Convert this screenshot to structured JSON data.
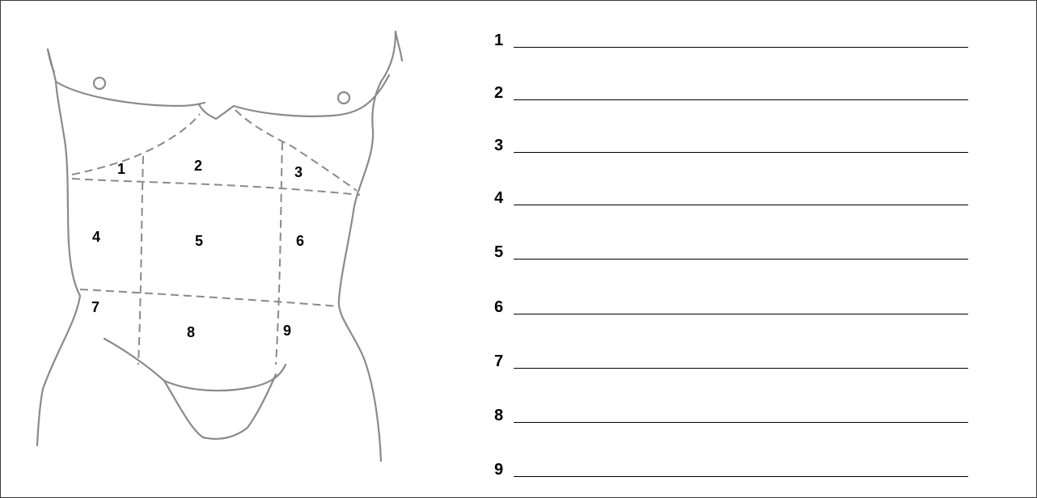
{
  "diagram": {
    "regions": [
      {
        "number": "1"
      },
      {
        "number": "2"
      },
      {
        "number": "3"
      },
      {
        "number": "4"
      },
      {
        "number": "5"
      },
      {
        "number": "6"
      },
      {
        "number": "7"
      },
      {
        "number": "8"
      },
      {
        "number": "9"
      }
    ],
    "stroke_color": "#8a8a8a",
    "label_color": "#000000"
  },
  "answers": [
    {
      "number": "1",
      "value": ""
    },
    {
      "number": "2",
      "value": ""
    },
    {
      "number": "3",
      "value": ""
    },
    {
      "number": "4",
      "value": ""
    },
    {
      "number": "5",
      "value": ""
    },
    {
      "number": "6",
      "value": ""
    },
    {
      "number": "7",
      "value": ""
    },
    {
      "number": "8",
      "value": ""
    },
    {
      "number": "9",
      "value": ""
    }
  ]
}
